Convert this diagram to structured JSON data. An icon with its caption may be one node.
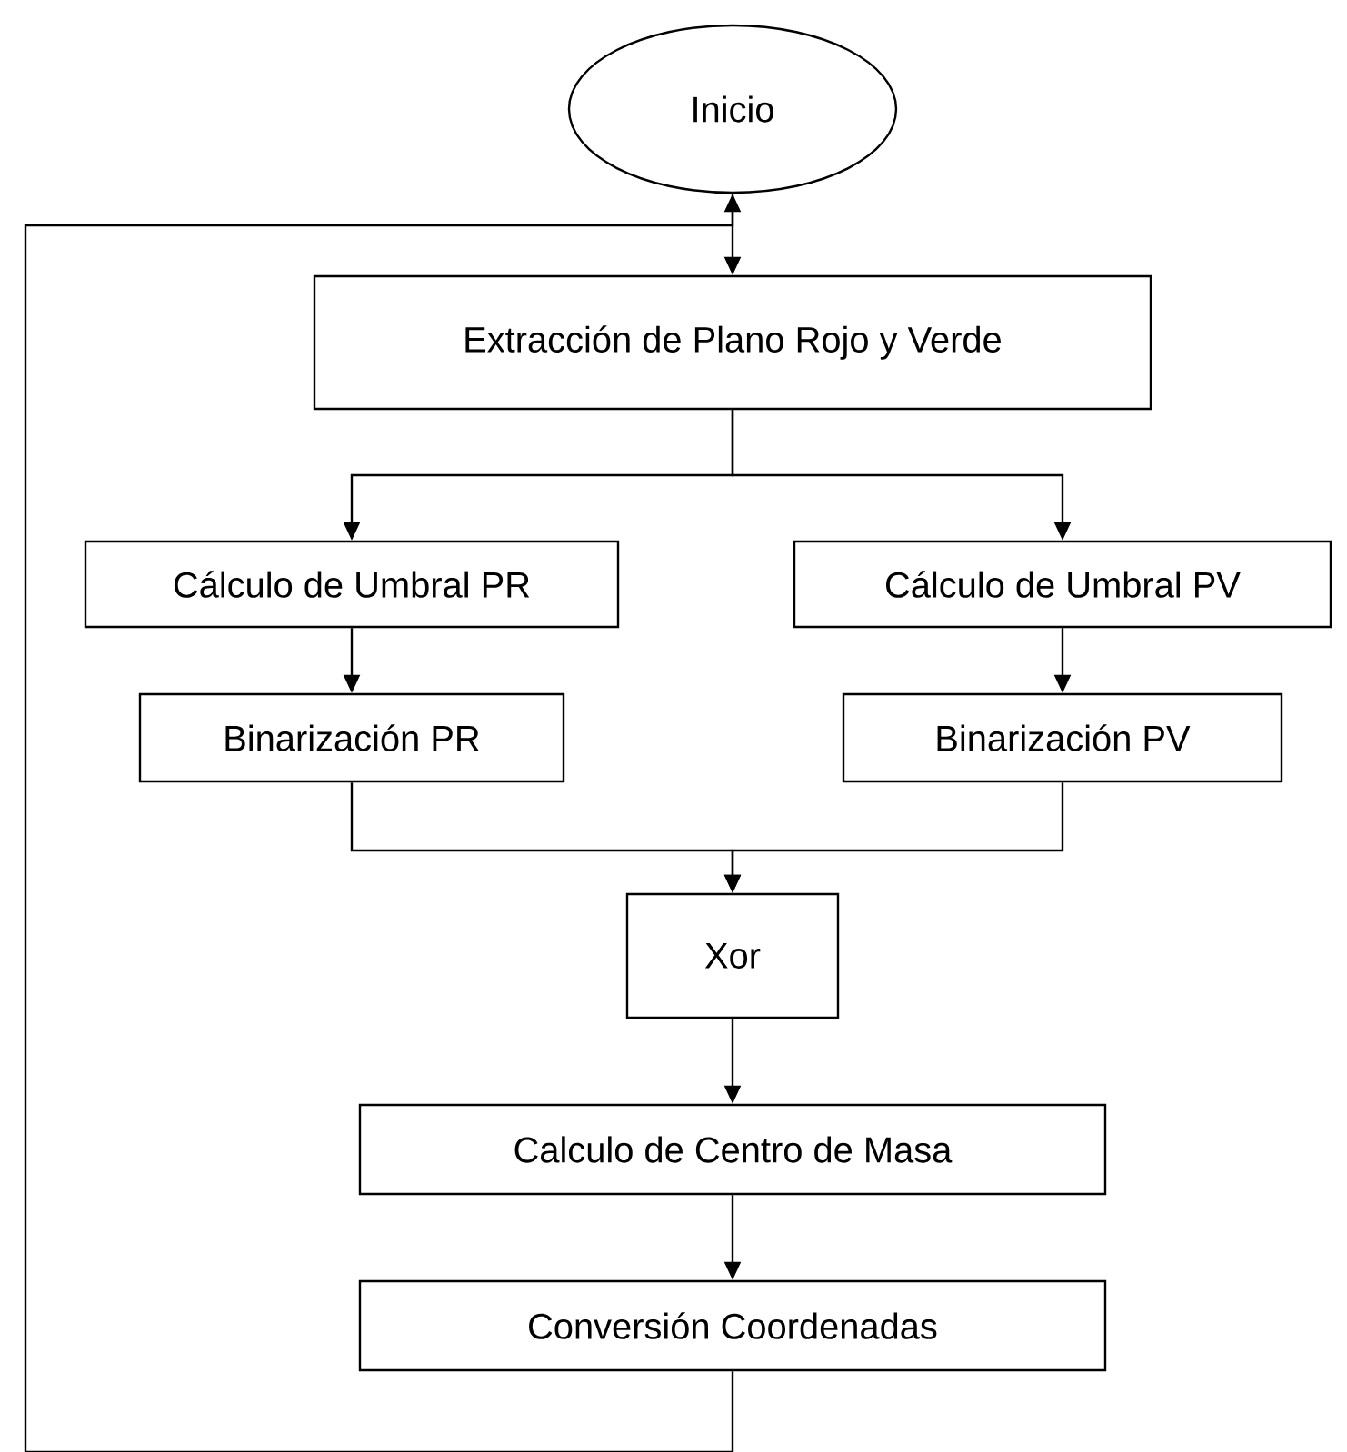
{
  "diagram": {
    "nodes": [
      {
        "text": [
          "Inicio"
        ]
      },
      {
        "text": [
          "Extracción de Plano Rojo y Verde"
        ]
      },
      {
        "text": [
          "Cálculo de Umbral PR"
        ]
      },
      {
        "text": [
          "Cálculo de Umbral PV"
        ]
      },
      {
        "text": [
          "Binarización PR"
        ]
      },
      {
        "text": [
          "Binarización PV"
        ]
      },
      {
        "text": [
          "Xor"
        ]
      },
      {
        "text": [
          "Calculo de Centro de Masa"
        ]
      },
      {
        "text": [
          "Conversión Coordenadas"
        ]
      }
    ],
    "edges": [
      {
        "from": 0,
        "to": 1,
        "arrow": "to"
      },
      {
        "from": 1,
        "to": 2,
        "arrow": "to"
      },
      {
        "from": 1,
        "to": 3,
        "arrow": "to"
      },
      {
        "from": 2,
        "to": 4,
        "arrow": "to"
      },
      {
        "from": 3,
        "to": 5,
        "arrow": "to"
      },
      {
        "from": 4,
        "to": 6,
        "arrow": "to"
      },
      {
        "from": 5,
        "to": 6,
        "arrow": "to"
      },
      {
        "from": 6,
        "to": 7,
        "arrow": "to"
      },
      {
        "from": 7,
        "to": 8,
        "arrow": "to"
      },
      {
        "from": 8,
        "to": 0,
        "arrow": "to"
      }
    ]
  }
}
